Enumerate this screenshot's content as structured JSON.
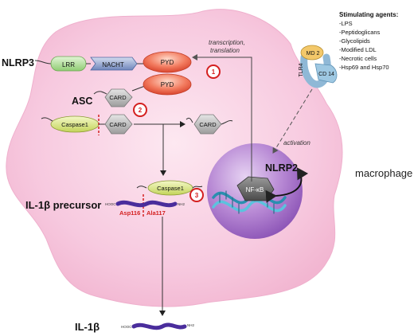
{
  "labels": {
    "nlrp3": "NLRP3",
    "asc": "ASC",
    "il1b_precursor": "IL-1β precursor",
    "il1b": "IL-1β",
    "nlrp2": "NLRP2",
    "macrophage": "macrophage"
  },
  "domains": {
    "lrr": "LRR",
    "nacht": "NACHT",
    "pyd_nlrp3": "PYD",
    "pyd_asc": "PYD",
    "card_asc": "CARD",
    "card_caspase": "CARD",
    "card_released": "CARD",
    "caspase1": "Caspase1",
    "caspase1_bound": "Caspase1"
  },
  "steps": [
    "1",
    "2",
    "3"
  ],
  "residues": {
    "left": "Asp116",
    "right": "Ala117"
  },
  "termini": {
    "cooh": "HOOC",
    "nh2": "NH2",
    "cooh_mature": "HOOC",
    "nh2_mature": "NH2"
  },
  "arrows": {
    "transcription_line1": "transcription,",
    "transcription_line2": "translation",
    "activation": "activation"
  },
  "receptors": {
    "md2": "MD 2",
    "tlr4": "TLR4",
    "cd14": "CD 14"
  },
  "nucleus": {
    "nfkb": "NF-κB"
  },
  "stimulating_agents": {
    "title": "Stimulating agents:",
    "items": [
      "-LPS",
      "-Peptidoglicans",
      "-Glycolipids",
      "-Modified LDL",
      "-Necrotic cells",
      "-Hsp69 and Hsp70"
    ]
  },
  "colors": {
    "cell": "#f7c9df",
    "nucleus": "#a870c8",
    "pyd": "#f06a55",
    "card": "#bdbdbd",
    "caspase": "#dbe88a",
    "lrr": "#b7e3a0",
    "nacht": "#8fa6d2",
    "il1b_chain": "#4a2d9c",
    "step_circle": "#d42020"
  }
}
